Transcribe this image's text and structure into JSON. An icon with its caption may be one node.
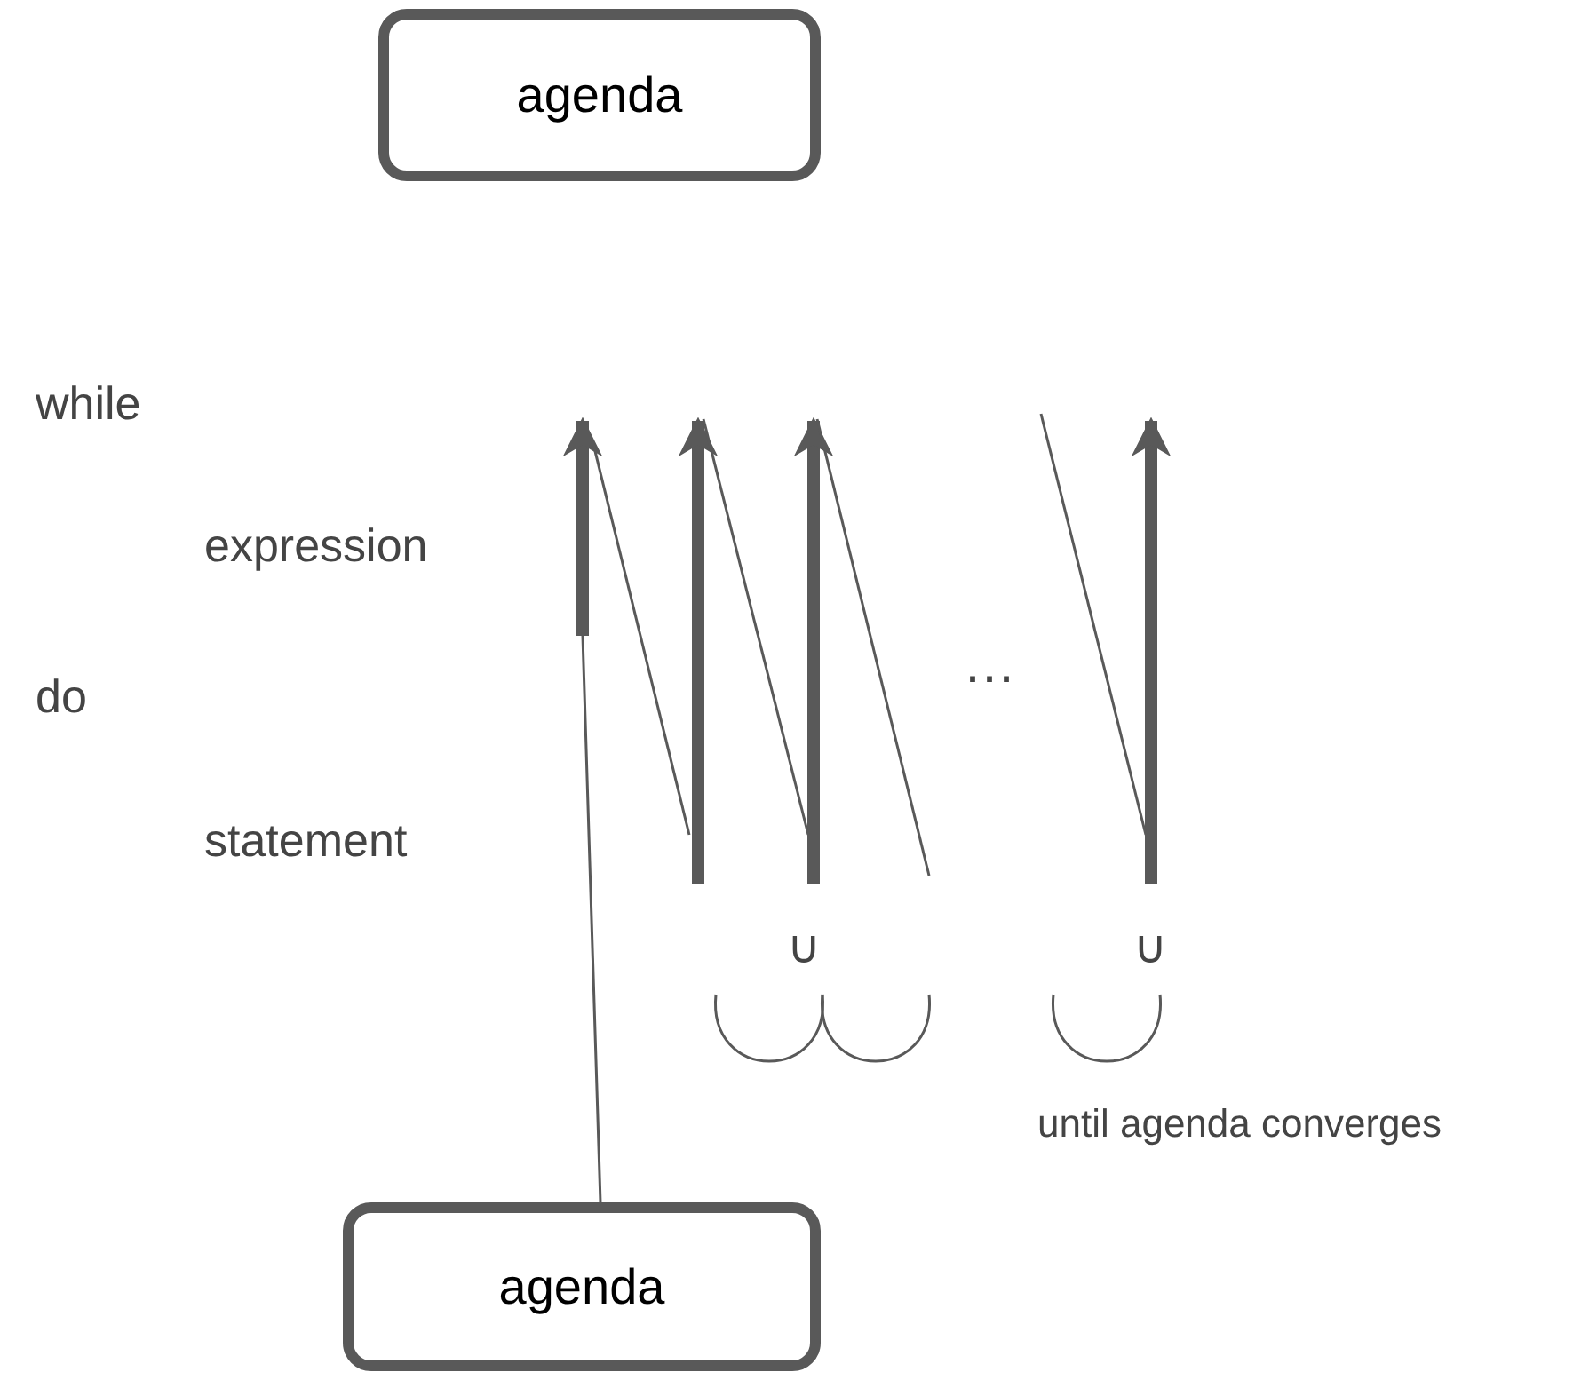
{
  "diagram": {
    "nodes": [
      {
        "text": [
          "agenda"
        ]
      },
      {
        "text": [
          "agenda"
        ]
      }
    ],
    "edges": [
      {
        "from": null,
        "to": 1,
        "arrow": "none"
      }
    ],
    "labels": [
      "while",
      "expression",
      "do",
      "statement",
      "…",
      "∪",
      "∪",
      "until agenda converges"
    ]
  }
}
